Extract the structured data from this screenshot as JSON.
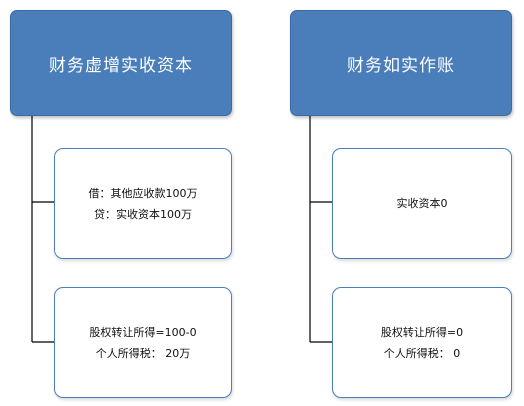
{
  "left_column": {
    "header": "财务虚增实收资本",
    "child_1": {
      "line_1": "借：其他应收款100万",
      "line_2": "贷：实收资本100万"
    },
    "child_2": {
      "line_1": "股权转让所得=100-0",
      "line_2": "个人所得税： 20万"
    }
  },
  "right_column": {
    "header": "财务如实作账",
    "child_1": {
      "line_1": "实收资本0"
    },
    "child_2": {
      "line_1": "股权转让所得=0",
      "line_2": "个人所得税： 0"
    }
  },
  "colors": {
    "header_fill": "#4a7ebb",
    "border": "#4a7ebb",
    "connector": "#000000"
  }
}
